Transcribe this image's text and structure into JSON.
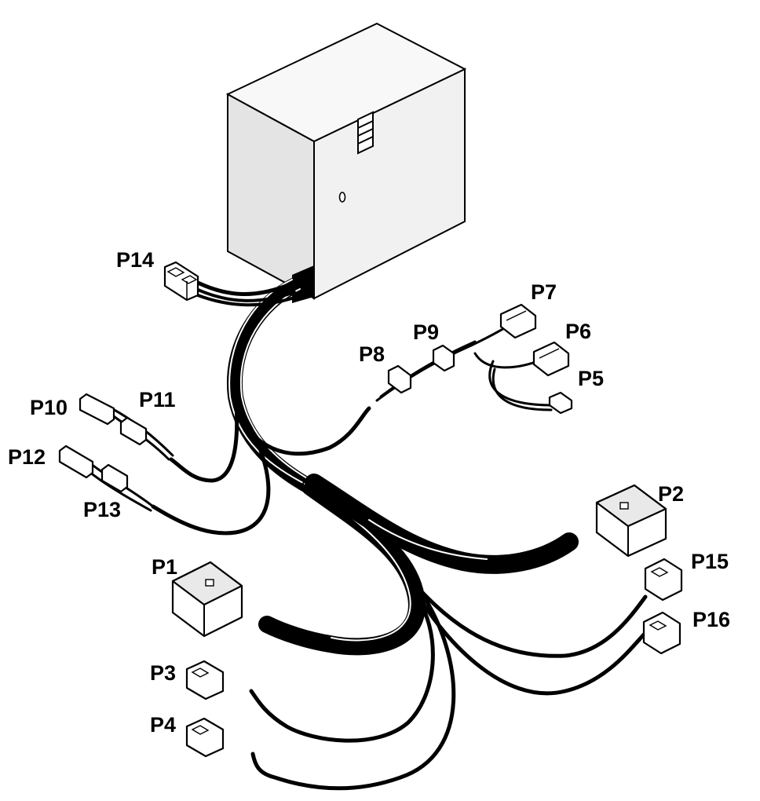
{
  "figure": {
    "connectors": [
      {
        "id": "P1",
        "label": "P1"
      },
      {
        "id": "P2",
        "label": "P2"
      },
      {
        "id": "P3",
        "label": "P3"
      },
      {
        "id": "P4",
        "label": "P4"
      },
      {
        "id": "P5",
        "label": "P5"
      },
      {
        "id": "P6",
        "label": "P6"
      },
      {
        "id": "P7",
        "label": "P7"
      },
      {
        "id": "P8",
        "label": "P8"
      },
      {
        "id": "P9",
        "label": "P9"
      },
      {
        "id": "P10",
        "label": "P10"
      },
      {
        "id": "P11",
        "label": "P11"
      },
      {
        "id": "P12",
        "label": "P12"
      },
      {
        "id": "P13",
        "label": "P13"
      },
      {
        "id": "P14",
        "label": "P14"
      },
      {
        "id": "P15",
        "label": "P15"
      },
      {
        "id": "P16",
        "label": "P16"
      }
    ]
  }
}
